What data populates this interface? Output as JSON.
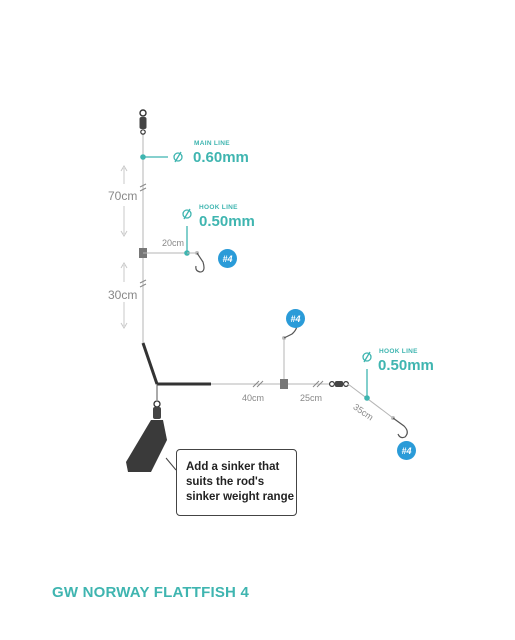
{
  "title": "GW NORWAY FLATTFISH 4",
  "main_line": {
    "caption": "MAIN LINE",
    "value": "0.60mm"
  },
  "hook_line_upper": {
    "caption": "HOOK LINE",
    "value": "0.50mm"
  },
  "hook_line_right": {
    "caption": "HOOK LINE",
    "value": "0.50mm"
  },
  "dimensions": {
    "upper_vertical": "70cm",
    "upper_dropper": "20cm",
    "lower_vertical": "30cm",
    "boom_left": "40cm",
    "boom_right": "25cm",
    "end_dropper": "35cm"
  },
  "hook_badges": [
    "#4",
    "#4",
    "#4"
  ],
  "sinker_note": "Add a sinker that suits the rod's sinker weight range",
  "colors": {
    "accent": "#3fb5b0",
    "badge": "#2a9bd8",
    "line": "#b5b5b5",
    "dark": "#333333"
  }
}
